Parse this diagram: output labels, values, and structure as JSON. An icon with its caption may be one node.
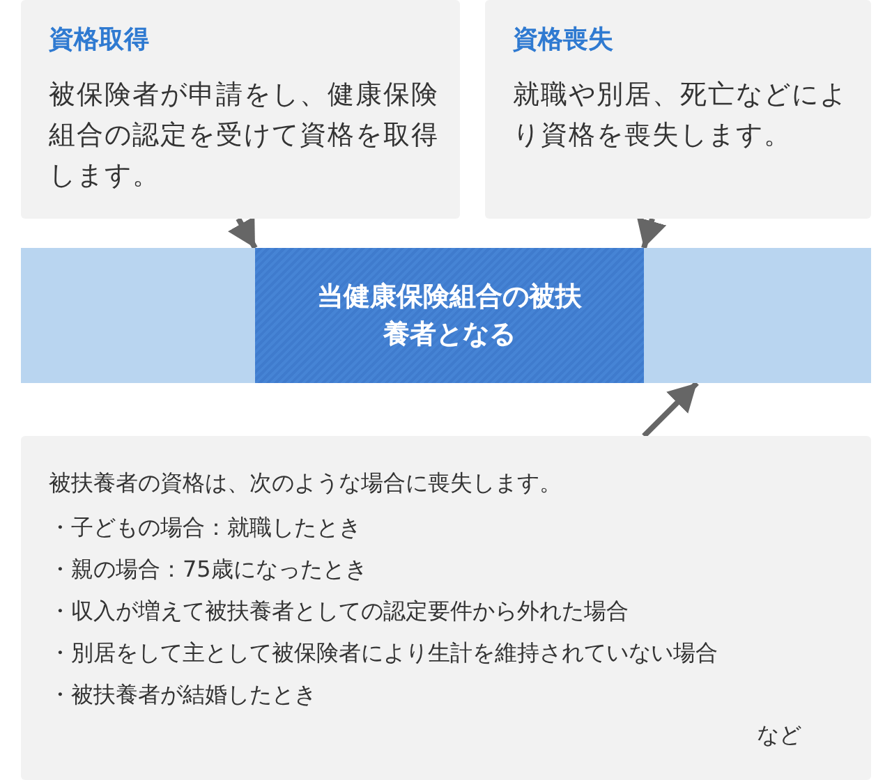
{
  "diagram": {
    "nodes": [
      {
        "text": [
          "資格取得",
          "被保険者が申請をし、健康保険組合の認定を受けて資格を取得します。"
        ]
      },
      {
        "text": [
          "資格喪失",
          "就職や別居、死亡などにより資格を喪失します。"
        ]
      },
      {
        "text": [],
        "shape": "bar"
      },
      {
        "text": [
          "当健康保険組合の被扶養者となる"
        ],
        "in": 2
      },
      {
        "text": [
          "被扶養者の資格は、次のような場合に喪失します。",
          "・子どもの場合：就職したとき",
          "・親の場合：75歳になったとき",
          "・収入が増えて被扶養者としての認定要件から外れた場合",
          "・別居をして主として被保険者により生計を維持されていない場合",
          "・被扶養者が結婚したとき",
          "など"
        ]
      }
    ],
    "edges": [
      {
        "from": 0,
        "to": 3,
        "arrow": "to"
      },
      {
        "from": 1,
        "to": 3,
        "arrow": "to"
      },
      {
        "from": 4,
        "to": 2,
        "arrow": "to"
      }
    ]
  }
}
